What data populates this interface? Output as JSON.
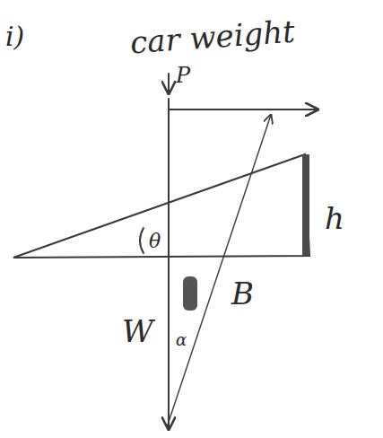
{
  "diagram": {
    "labels": [
      "i)",
      "car weight",
      "P",
      "θ",
      "h",
      "B",
      "W",
      "α"
    ]
  }
}
